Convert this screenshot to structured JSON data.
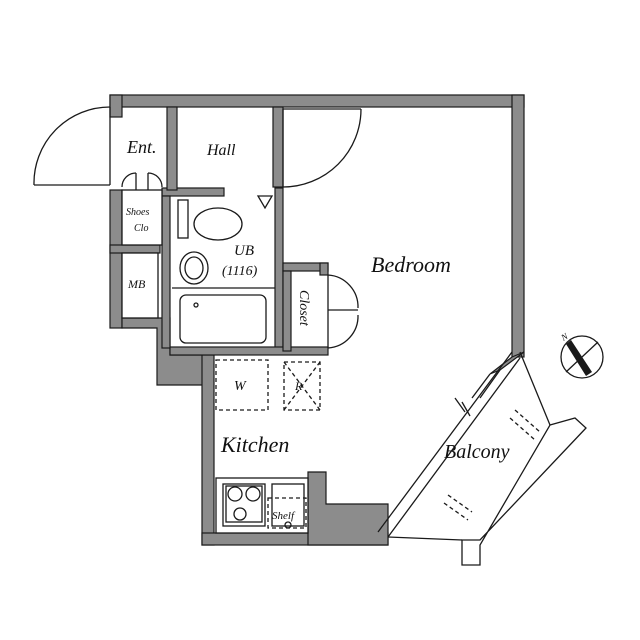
{
  "rooms": {
    "entrance": "Ent.",
    "hall": "Hall",
    "shoes_closet_line1": "Shoes",
    "shoes_closet_line2": "Clo",
    "meter_box": "MB",
    "unit_bath": "UB",
    "unit_bath_size": "(1116)",
    "bedroom": "Bedroom",
    "closet": "Closet",
    "washer": "W",
    "refrigerator": "R",
    "kitchen": "Kitchen",
    "shelf": "Shelf",
    "balcony": "Balcony"
  },
  "compass": {
    "label": "N"
  },
  "colors": {
    "wall_fill": "#8c8c8c",
    "line": "#1a1a1a",
    "background": "#ffffff"
  }
}
